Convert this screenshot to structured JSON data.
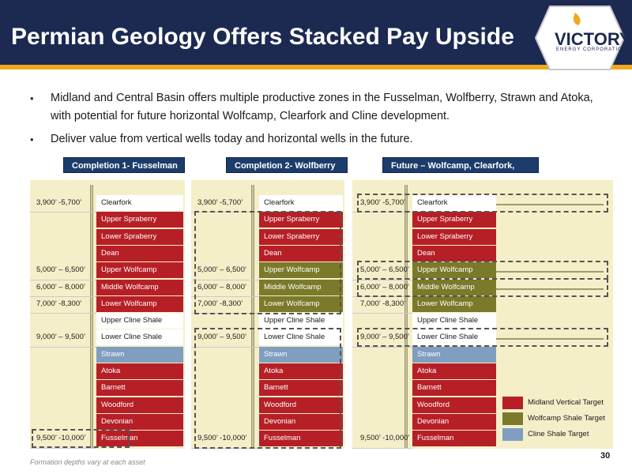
{
  "header": {
    "title": "Permian Geology Offers Stacked Pay Upside",
    "logo_word": "VICTORY",
    "logo_sub": "ENERGY CORPORATION"
  },
  "bullets": [
    "Midland and Central Basin offers multiple productive zones in the Fusselman, Wolfberry, Strawn and Atoka, with potential for future horizontal Wolfcamp, Clearfork and Cline development.",
    "Deliver value from vertical wells today and horizontal wells in the future."
  ],
  "banners": [
    "Completion 1- Fusselman",
    "Completion 2- Wolfberry",
    "Future – Wolfcamp, Clearfork, Cline"
  ],
  "columns": [
    {
      "depths": [
        "3,900’ -5,700’",
        "5,000’ – 6,500’",
        "6,000’ – 8,000’",
        "7,000’ -8,300’",
        "9,000’ – 9,500’",
        "9,500’ -10,000’"
      ],
      "zones": [
        "Clearfork",
        "Upper Spraberry",
        "Lower Spraberry",
        "Dean",
        "Upper Wolfcamp",
        "Middle Wolfcamp",
        "Lower Wolfcamp",
        "Upper Cline Shale",
        "Lower Cline Shale",
        "Strawn",
        "Atoka",
        "Barnett",
        "Woodford",
        "Devonian",
        "Fusselman"
      ]
    },
    {
      "depths": [
        "3,900’ -5,700’",
        "5,000’ – 6,500’",
        "6,000’ – 8,000’",
        "7,000’ -8,300’",
        "9,000’ – 9,500’",
        "9,500’ -10,000’"
      ],
      "zones": [
        "Clearfork",
        "Upper Spraberry",
        "Lower Spraberry",
        "Dean",
        "Upper Wolfcamp",
        "Middle Wolfcamp",
        "Lower Wolfcamp",
        "Upper Cline Shale",
        "Lower Cline Shale",
        "Strawn",
        "Atoka",
        "Barnett",
        "Woodford",
        "Devonian",
        "Fusselman"
      ]
    },
    {
      "depths": [
        "3,900’ -5,700’",
        "5,000’ – 6,500’",
        "6,000’ – 8,000’",
        "7,000’ -8,300’",
        "9,000’ – 9,500’",
        "9,500’ -10,000’"
      ],
      "zones": [
        "Clearfork",
        "Upper Spraberry",
        "Lower Spraberry",
        "Dean",
        "Upper Wolfcamp",
        "Middle Wolfcamp",
        "Lower Wolfcamp",
        "Upper Cline Shale",
        "Lower Cline Shale",
        "Strawn",
        "Atoka",
        "Barnett",
        "Woodford",
        "Devonian",
        "Fusselman"
      ]
    }
  ],
  "legend": [
    {
      "label": "Midland Vertical Target",
      "color": "#b61f26"
    },
    {
      "label": "Wolfcamp Shale Target",
      "color": "#7a7a2a"
    },
    {
      "label": "Cline Shale Target",
      "color": "#7f9ec0"
    }
  ],
  "colors": {
    "red": "#b61f26",
    "olive": "#7a7a2a",
    "blue": "#7f9ec0",
    "navy": "#1c2a52",
    "gold": "#f0a91e"
  },
  "footnote": "Formation depths vary at each asset",
  "page_number": "30"
}
